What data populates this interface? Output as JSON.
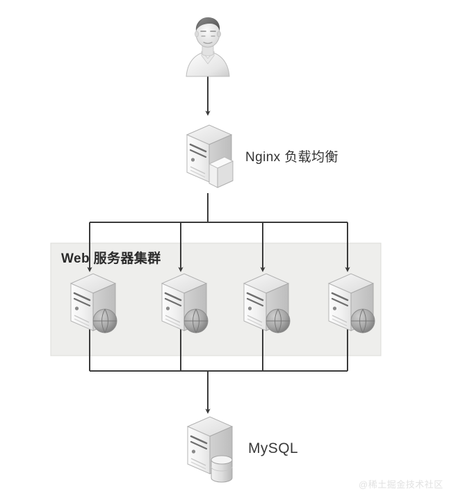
{
  "diagram": {
    "title": "Nginx load balanced web cluster architecture",
    "background_color": "#ffffff",
    "line_color": "#3a3a3a",
    "nodes": {
      "user": {
        "icon": "user-bust-icon",
        "label": ""
      },
      "nginx": {
        "icon": "server-tower-icon",
        "label": "Nginx 负载均衡"
      },
      "cluster": {
        "label": "Web 服务器集群",
        "fill_color": "#eeeeec",
        "border_color": "#d9d9d5",
        "servers": [
          {
            "icon": "server-tower-globe-icon",
            "label": ""
          },
          {
            "icon": "server-tower-globe-icon",
            "label": ""
          },
          {
            "icon": "server-tower-globe-icon",
            "label": ""
          },
          {
            "icon": "server-tower-globe-icon",
            "label": ""
          }
        ]
      },
      "mysql": {
        "icon": "server-tower-database-icon",
        "label": "MySQL"
      }
    },
    "watermark": "@稀土掘金技术社区"
  }
}
